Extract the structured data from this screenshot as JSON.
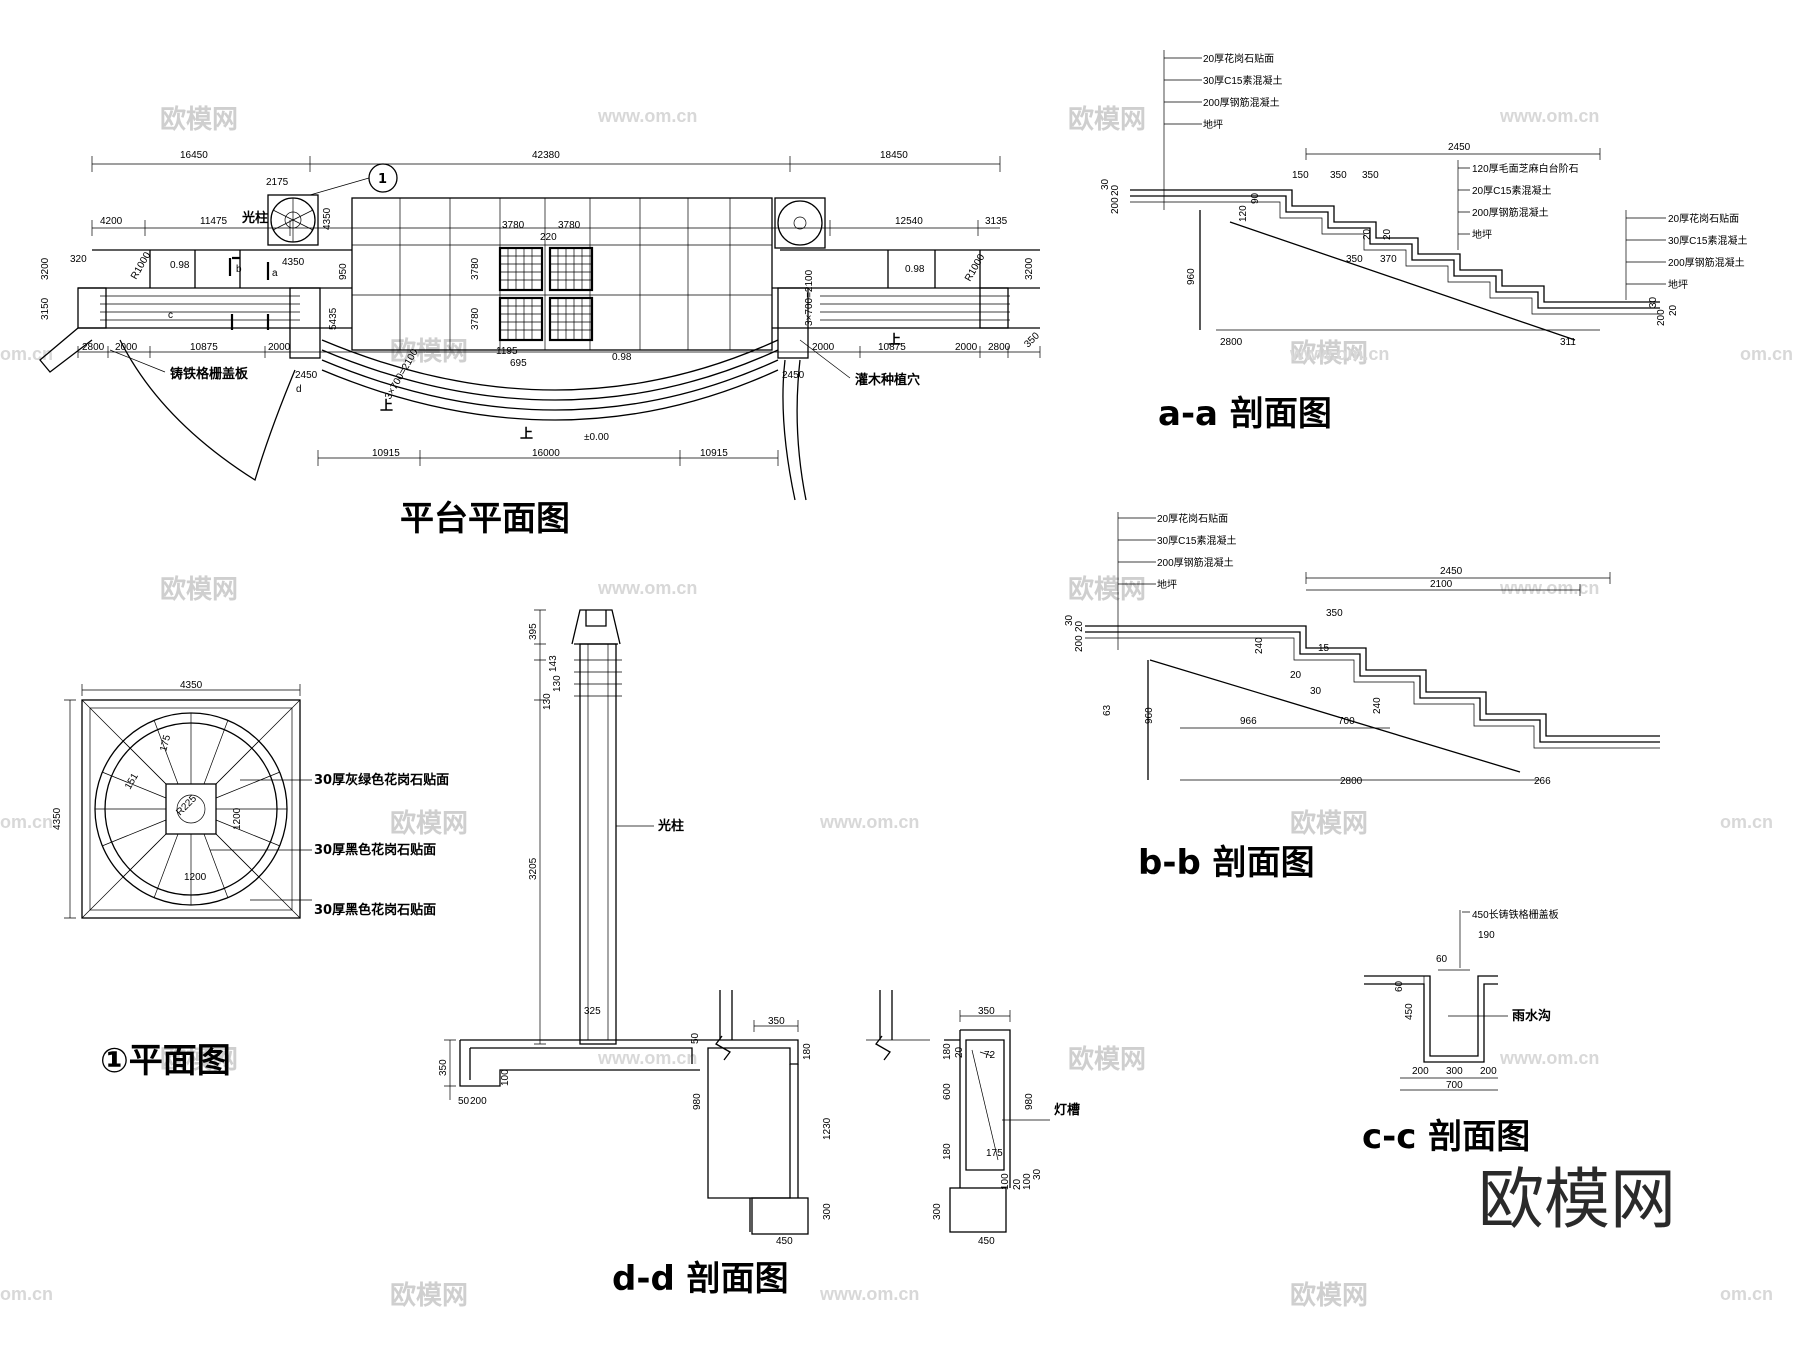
{
  "titles": {
    "plan": "平台平面图",
    "aa": "a-a 剖面图",
    "bb": "b-b 剖面图",
    "cc": "c-c 剖面图",
    "dd": "d-d 剖面图",
    "p1": "①平面图"
  },
  "plan_labels": {
    "guangzhu": "光柱",
    "grate": "铸铁格栅盖板",
    "shrub": "灌木种植穴",
    "up1": "上",
    "up2": "上",
    "up3": "上",
    "zero": "±0.00",
    "callout": "1",
    "slope1": "0.98",
    "slope2": "0.98",
    "slope3": "0.98",
    "stair_l": "3×700=2100",
    "stair_r": "3×700=2100"
  },
  "plan_dims": {
    "top_l": "16450",
    "top_m": "42380",
    "top_r": "18450",
    "row2_a": "4200",
    "row2_b": "11475",
    "row2_c": "12540",
    "row2_d": "3135",
    "d2175": "2175",
    "d4350a": "4350",
    "d4350b": "4350",
    "d3780a": "3780",
    "d3780b": "3780",
    "d3780c": "3780",
    "d3780d": "3780",
    "d220": "220",
    "d3200l": "3200",
    "d3150": "3150",
    "d3200r": "3200",
    "d320": "320",
    "d950": "950",
    "d5435": "5435",
    "r1000l": "R1000",
    "r1000r": "R1000",
    "d2800l": "2800",
    "d2000l": "2000",
    "d10875l": "10875",
    "d2000m": "2000",
    "d2000n": "2000",
    "d10875r": "10875",
    "d2000r": "2000",
    "d2800r": "2800",
    "d2450l": "2450",
    "d2450r": "2450",
    "d350": "350",
    "d1195": "1195",
    "d695": "695",
    "bot_l": "10915",
    "bot_m": "16000",
    "bot_r": "10915"
  },
  "section_marks": {
    "a": "a",
    "b": "b",
    "c": "c",
    "d": "d"
  },
  "aa": {
    "layers_top": [
      "20厚花岗石贴面",
      "30厚C15素混凝土",
      "200厚钢筋混凝土",
      "地坪"
    ],
    "layers_mid": [
      "120厚毛面芝麻白台阶石",
      "20厚C15素混凝土",
      "200厚钢筋混凝土",
      "地坪"
    ],
    "layers_right": [
      "20厚花岗石贴面",
      "30厚C15素混凝土",
      "200厚钢筋混凝土",
      "地坪"
    ],
    "dims": {
      "w2450": "2450",
      "w150": "150",
      "w350a": "350",
      "w350b": "350",
      "w350c": "350",
      "w370": "370",
      "h960": "960",
      "w2800": "2800",
      "w311": "311",
      "h30": "30",
      "h20": "20",
      "h200": "200",
      "h120": "120",
      "h90": "90",
      "h20b": "20",
      "h20c": "20",
      "h200r": "200",
      "h30r": "30",
      "h20r": "20"
    }
  },
  "bb": {
    "layers": [
      "20厚花岗石贴面",
      "30厚C15素混凝土",
      "200厚钢筋混凝土",
      "地坪"
    ],
    "dims": {
      "w2450": "2450",
      "w2100": "2100",
      "w350": "350",
      "w15": "15",
      "h240a": "240",
      "h240b": "240",
      "w20": "20",
      "w30": "30",
      "h960": "960",
      "w966": "966",
      "w700": "700",
      "w2800": "2800",
      "w266": "266",
      "h63": "63",
      "h30": "30",
      "h20": "20",
      "h200": "200"
    }
  },
  "cc": {
    "label_top": "450长铸铁格栅盖板",
    "label_ditch": "雨水沟",
    "dims": {
      "w60": "60",
      "w190": "190",
      "h60": "60",
      "h450": "450",
      "w200a": "200",
      "w300": "300",
      "w200b": "200",
      "w700": "700"
    }
  },
  "p1": {
    "labels": [
      "30厚灰绿色花岗石贴面",
      "30厚黑色花岗石贴面",
      "30厚黑色花岗石贴面"
    ],
    "dims": {
      "w4350": "4350",
      "h4350": "4350",
      "w1200": "1200",
      "h1200": "1200",
      "d151": "151",
      "d175": "175",
      "r225": "R225"
    }
  },
  "dd": {
    "label_column": "光柱",
    "label_lamp": "灯槽",
    "dims": {
      "h395": "395",
      "h143": "143",
      "h130": "130",
      "h130b": "130",
      "h3205": "3205",
      "w325": "325",
      "h350": "350",
      "w50": "50",
      "w200": "200",
      "h100": "100",
      "w350m": "350",
      "h180": "180",
      "h980": "980",
      "h1230": "1230",
      "h300": "300",
      "w450": "450",
      "h50": "50",
      "w350r": "350",
      "h180r": "180",
      "w72": "72",
      "w20": "20",
      "h600": "600",
      "h980r": "980",
      "h180r2": "180",
      "w175": "175",
      "h100r": "100",
      "h300r": "300",
      "w450r": "450",
      "h20r": "20",
      "h100r2": "100",
      "h30r": "30"
    }
  },
  "watermarks": {
    "cn": "欧模网",
    "url": "www.om.cn",
    "url_edge": "om.cn",
    "logo": "欧模网"
  }
}
